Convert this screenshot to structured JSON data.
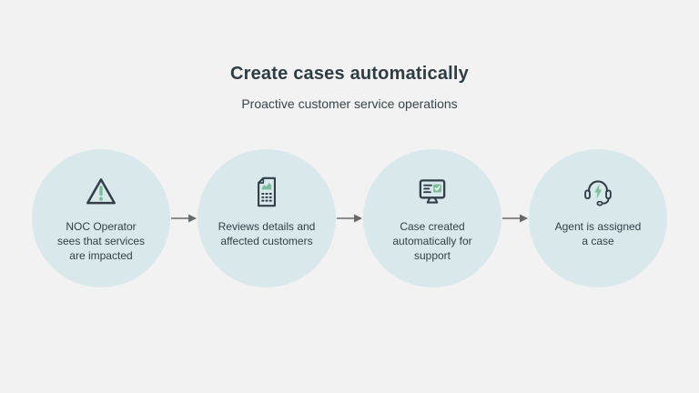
{
  "header": {
    "title": "Create cases automatically",
    "subtitle": "Proactive customer service operations"
  },
  "steps": [
    {
      "icon": "warning-triangle-icon",
      "label": "NOC Operator\nsees that services\nare impacted"
    },
    {
      "icon": "report-document-icon",
      "label": "Reviews details and\naffected customers"
    },
    {
      "icon": "monitor-check-icon",
      "label": "Case created\nautomatically for\nsupport"
    },
    {
      "icon": "agent-headset-icon",
      "label": "Agent is assigned\na case"
    }
  ],
  "colors": {
    "background": "#f2f2f2",
    "circle_fill": "#d9e8eb",
    "text_dark": "#333f48",
    "accent_green": "#7cbd9b",
    "arrow_gray": "#66696c"
  }
}
